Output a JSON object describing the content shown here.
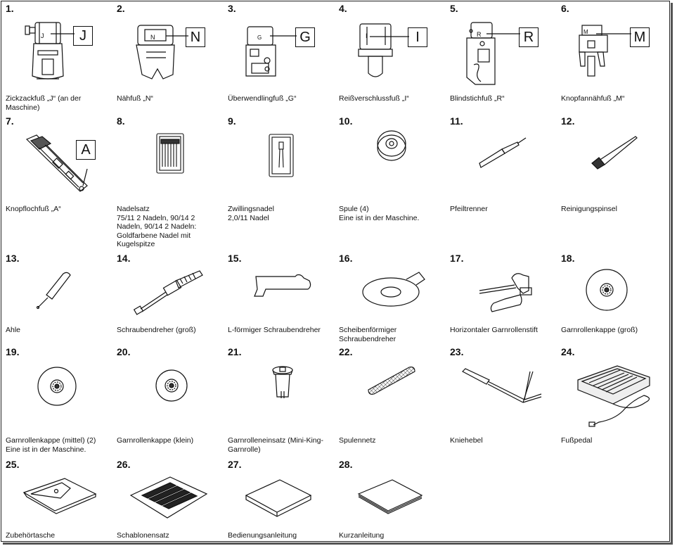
{
  "items": [
    {
      "number": "1.",
      "caption": "Zickzackfuß „J“ (an der\nMaschine)",
      "letter": "J",
      "icon": "zigzag-foot-icon"
    },
    {
      "number": "2.",
      "caption": "Nähfuß „N“",
      "letter": "N",
      "icon": "presser-foot-n-icon"
    },
    {
      "number": "3.",
      "caption": "Überwendlingfuß „G“",
      "letter": "G",
      "icon": "overcasting-foot-icon"
    },
    {
      "number": "4.",
      "caption": "Reißverschlussfuß „I“",
      "letter": "I",
      "icon": "zipper-foot-icon"
    },
    {
      "number": "5.",
      "caption": "Blindstichfuß „R“",
      "letter": "R",
      "icon": "blind-stitch-foot-icon"
    },
    {
      "number": "6.",
      "caption": "Knopfannähfuß „M“",
      "letter": "M",
      "icon": "button-sewing-foot-icon"
    },
    {
      "number": "7.",
      "caption": "Knopflochfuß „A“",
      "letter": "A",
      "icon": "buttonhole-foot-icon"
    },
    {
      "number": "8.",
      "caption": "Nadelsatz\n75/11 2 Nadeln, 90/14 2\nNadeln, 90/14 2 Nadeln:\nGoldfarbene Nadel mit\nKugelspitze",
      "icon": "needle-set-icon"
    },
    {
      "number": "9.",
      "caption": "Zwillingsnadel\n2,0/11 Nadel",
      "icon": "twin-needle-icon"
    },
    {
      "number": "10.",
      "caption": "Spule (4)\nEine ist in der Maschine.",
      "icon": "bobbin-icon"
    },
    {
      "number": "11.",
      "caption": "Pfeiltrenner",
      "icon": "seam-ripper-icon"
    },
    {
      "number": "12.",
      "caption": "Reinigungspinsel",
      "icon": "cleaning-brush-icon"
    },
    {
      "number": "13.",
      "caption": "Ahle",
      "icon": "awl-icon"
    },
    {
      "number": "14.",
      "caption": "Schraubendreher (groß)",
      "icon": "screwdriver-large-icon"
    },
    {
      "number": "15.",
      "caption": "L-förmiger Schraubendreher",
      "icon": "l-screwdriver-icon"
    },
    {
      "number": "16.",
      "caption": "Scheibenförmiger\nSchraubendreher",
      "icon": "disc-screwdriver-icon"
    },
    {
      "number": "17.",
      "caption": "Horizontaler Garnrollenstift",
      "icon": "spool-pin-icon"
    },
    {
      "number": "18.",
      "caption": "Garnrollenkappe (groß)",
      "icon": "spool-cap-large-icon"
    },
    {
      "number": "19.",
      "caption": "Garnrollenkappe (mittel) (2)\nEine ist in der Maschine.",
      "icon": "spool-cap-medium-icon"
    },
    {
      "number": "20.",
      "caption": "Garnrollenkappe (klein)",
      "icon": "spool-cap-small-icon"
    },
    {
      "number": "21.",
      "caption": "Garnrolleneinsatz (Mini-King-\nGarnrolle)",
      "icon": "spool-insert-icon"
    },
    {
      "number": "22.",
      "caption": "Spulennetz",
      "icon": "spool-net-icon"
    },
    {
      "number": "23.",
      "caption": "Kniehebel",
      "icon": "knee-lifter-icon"
    },
    {
      "number": "24.",
      "caption": "Fußpedal",
      "icon": "foot-pedal-icon"
    },
    {
      "number": "25.",
      "caption": "Zubehörtasche",
      "icon": "accessory-bag-icon"
    },
    {
      "number": "26.",
      "caption": "Schablonensatz",
      "icon": "template-set-icon"
    },
    {
      "number": "27.",
      "caption": "Bedienungsanleitung",
      "icon": "manual-icon"
    },
    {
      "number": "28.",
      "caption": "Kurzanleitung",
      "icon": "quick-guide-icon"
    }
  ]
}
